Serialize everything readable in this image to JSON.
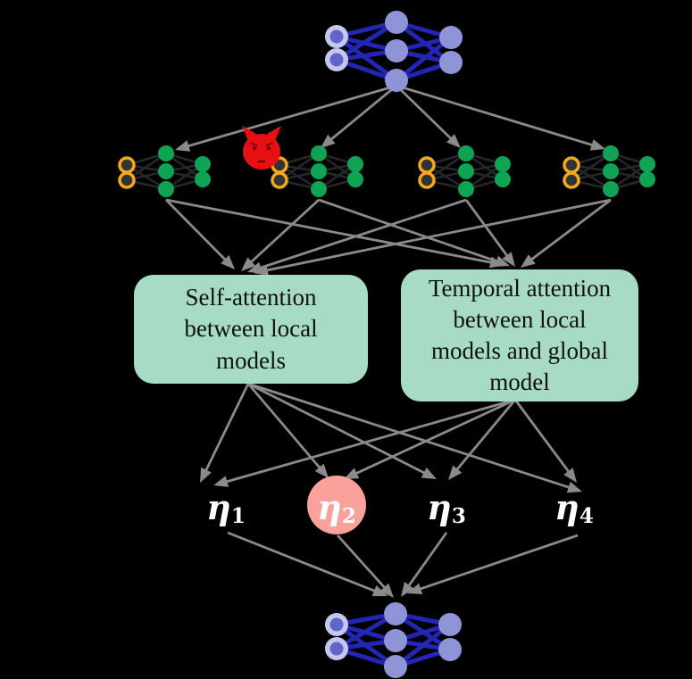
{
  "diagram": {
    "description": "federated-learning attention aggregation diagram",
    "colors": {
      "background": "#000000",
      "arrow": "#8a8a8a",
      "box_fill": "#a7dbc3",
      "box_text": "#111111",
      "global_edge": "#2226b2",
      "global_node": "#8f94d7",
      "global_input_outer": "#c5c8ed",
      "global_input_inner": "#6065c9",
      "local_edge": "#26272a",
      "local_node": "#0ea454",
      "local_input_ring": "#f5a81c",
      "local_input_fill": "#303338",
      "attacker_red": "#e81010",
      "attacker_dark": "#6b0404",
      "eta_text": "#ffffff",
      "eta_highlight": "#f9a19a"
    },
    "global_model_top": {
      "icon": "neural-network-icon"
    },
    "global_model_bottom": {
      "icon": "neural-network-icon"
    },
    "local_models": {
      "count": 4,
      "icon": "neural-network-icon"
    },
    "attacker": {
      "icon": "devil-icon",
      "attached_to_local_model": 2
    },
    "boxes": [
      {
        "label": "Self-attention\nbetween local\nmodels"
      },
      {
        "label": "Temporal attention\nbetween local\nmodels and global\nmodel"
      }
    ],
    "etas": [
      {
        "symbol": "η",
        "subscript": "1",
        "highlighted": false
      },
      {
        "symbol": "η",
        "subscript": "2",
        "highlighted": true
      },
      {
        "symbol": "η",
        "subscript": "3",
        "highlighted": false
      },
      {
        "symbol": "η",
        "subscript": "4",
        "highlighted": false
      }
    ]
  }
}
